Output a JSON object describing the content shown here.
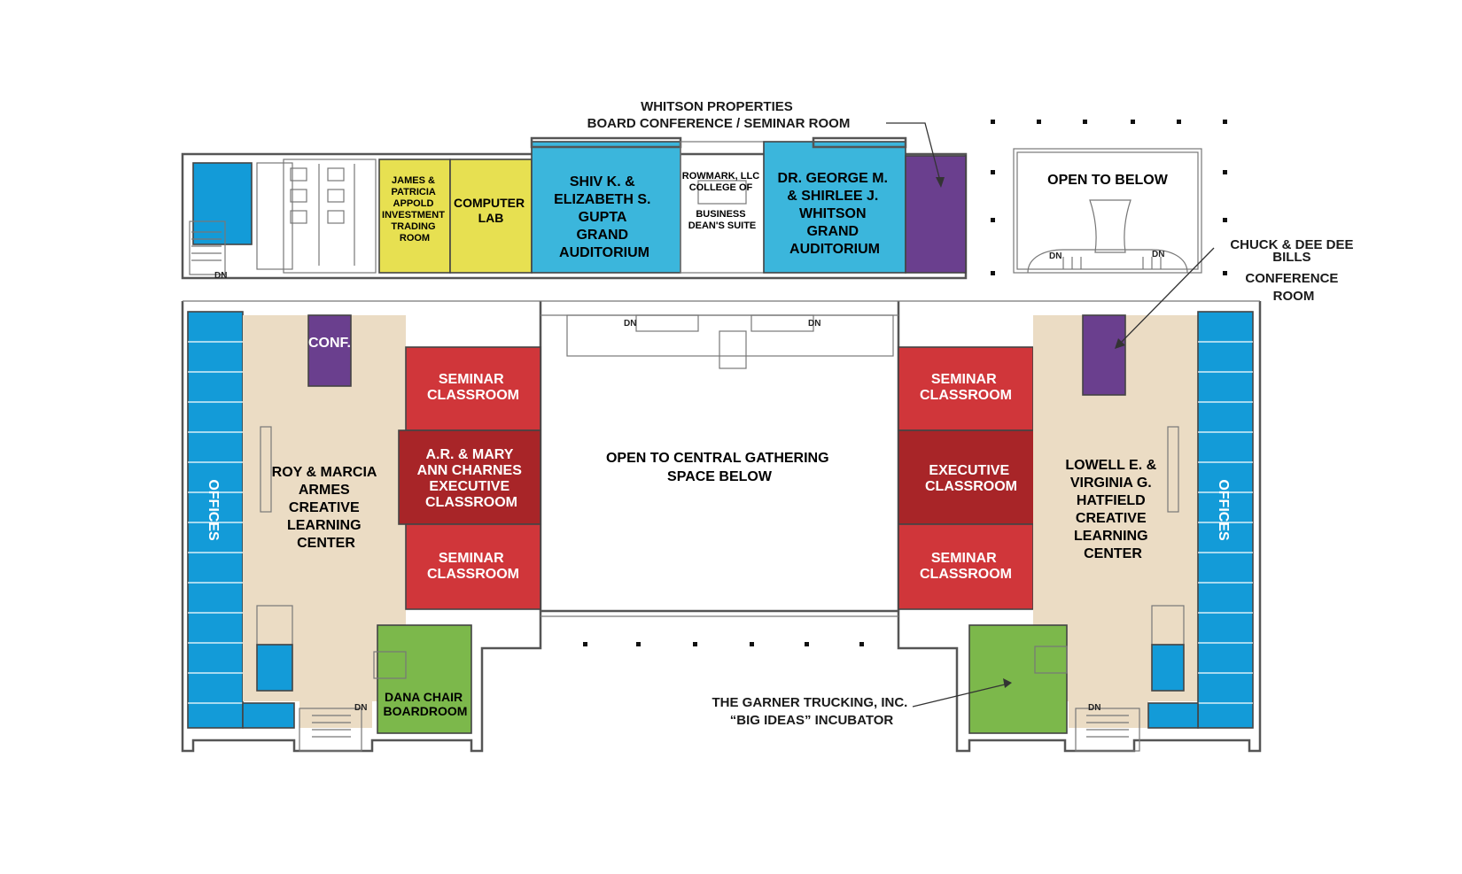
{
  "colors": {
    "offices": "#139BD8",
    "auditorium": "#3BB6DC",
    "yellow": "#E7E051",
    "purple": "#6A3F8E",
    "seminar": "#D0363A",
    "executive": "#A82528",
    "tan": "#EBDCC4",
    "green": "#7CB84B",
    "wall": "#555555"
  },
  "callouts": {
    "whitson_board": [
      "WHITSON PROPERTIES",
      "BOARD CONFERENCE / SEMINAR ROOM"
    ],
    "bills": [
      "CHUCK & DEE DEE",
      "BILLS",
      "CONFERENCE",
      "ROOM"
    ],
    "garner": [
      "THE GARNER TRUCKING, INC.",
      "“BIG IDEAS” INCUBATOR"
    ]
  },
  "rooms": {
    "appold": [
      "JAMES &",
      "PATRICIA",
      "APPOLD",
      "INVESTMENT",
      "TRADING",
      "ROOM"
    ],
    "computer_lab": [
      "COMPUTER",
      "LAB"
    ],
    "gupta": [
      "SHIV K. &",
      "ELIZABETH S.",
      "GUPTA",
      "GRAND",
      "AUDITORIUM"
    ],
    "rowmark": [
      "ROWMARK, LLC",
      "COLLEGE OF",
      "BUSINESS",
      "DEAN'S SUITE"
    ],
    "whitson_aud": [
      "DR. GEORGE M.",
      "& SHIRLEE J.",
      "WHITSON",
      "GRAND",
      "AUDITORIUM"
    ],
    "open_below": [
      "OPEN TO BELOW"
    ],
    "conf": [
      "CONF."
    ],
    "seminar": [
      "SEMINAR",
      "CLASSROOM"
    ],
    "charnes": [
      "A.R. & MARY",
      "ANN CHARNES",
      "EXECUTIVE",
      "CLASSROOM"
    ],
    "executive": [
      "EXECUTIVE",
      "CLASSROOM"
    ],
    "armes": [
      "ROY & MARCIA",
      "ARMES",
      "CREATIVE",
      "LEARNING",
      "CENTER"
    ],
    "hatfield": [
      "LOWELL E. &",
      "VIRGINIA G.",
      "HATFIELD",
      "CREATIVE",
      "LEARNING",
      "CENTER"
    ],
    "central": [
      "OPEN TO CENTRAL GATHERING",
      "SPACE BELOW"
    ],
    "dana": [
      "DANA CHAIR",
      "BOARDROOM"
    ],
    "offices": "OFFICES"
  },
  "stairs": {
    "down": "DN"
  }
}
